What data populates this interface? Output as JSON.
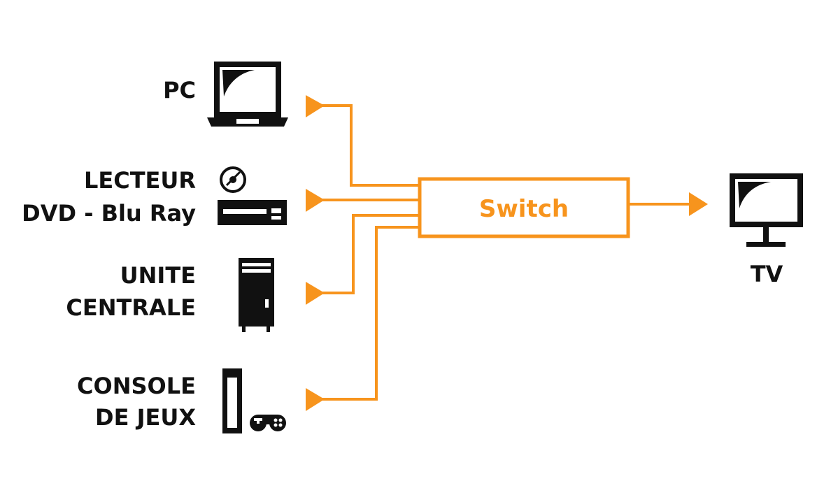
{
  "colors": {
    "accent": "#f7941d",
    "ink": "#111111",
    "background": "#ffffff"
  },
  "sources": [
    {
      "id": "pc",
      "lines": [
        "PC"
      ],
      "icon": "laptop-icon"
    },
    {
      "id": "dvd",
      "lines": [
        "LECTEUR",
        "DVD - Blu Ray"
      ],
      "icon": "disc-player-icon"
    },
    {
      "id": "unit",
      "lines": [
        "UNITE",
        "CENTRALE"
      ],
      "icon": "tower-pc-icon"
    },
    {
      "id": "console",
      "lines": [
        "CONSOLE",
        "DE JEUX"
      ],
      "icon": "game-console-icon"
    }
  ],
  "switch": {
    "label": "Switch"
  },
  "output": {
    "label": "TV",
    "icon": "tv-monitor-icon"
  }
}
